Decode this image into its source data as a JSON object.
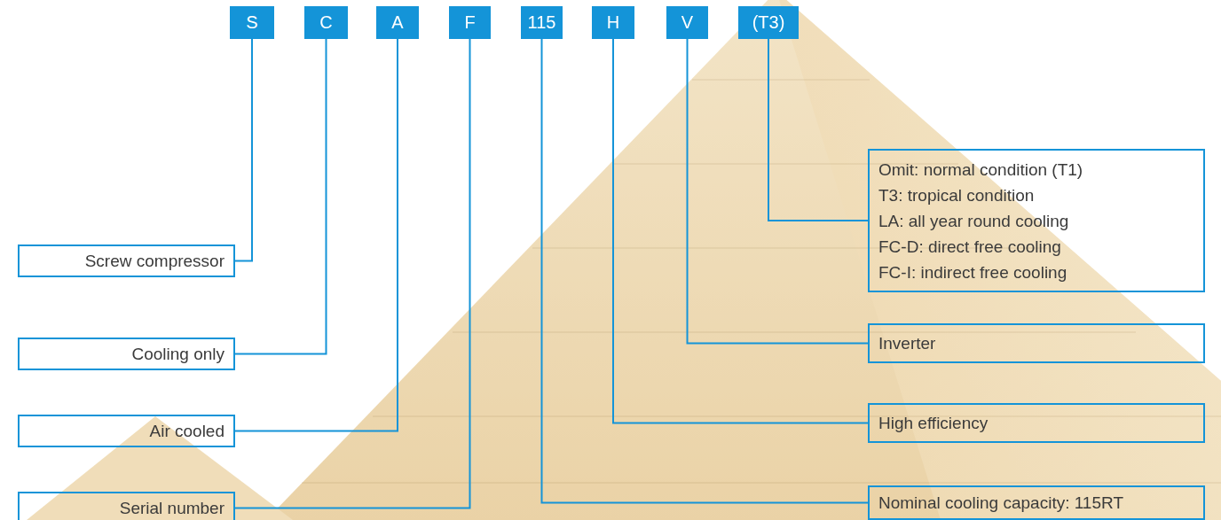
{
  "diagram": {
    "nodes": [
      {
        "text": [
          "S"
        ]
      },
      {
        "text": [
          "C"
        ]
      },
      {
        "text": [
          "A"
        ]
      },
      {
        "text": [
          "F"
        ]
      },
      {
        "text": [
          "115"
        ]
      },
      {
        "text": [
          "H"
        ]
      },
      {
        "text": [
          "V"
        ]
      },
      {
        "text": [
          "(T3)"
        ]
      },
      {
        "text": [
          "Omit: normal condition (T1)",
          "T3: tropical condition",
          "LA: all year round cooling",
          "FC-D: direct free cooling",
          "FC-I: indirect free cooling"
        ]
      },
      {
        "text": [
          "Screw compressor"
        ]
      },
      {
        "text": [
          "Inverter"
        ]
      },
      {
        "text": [
          "Cooling only"
        ]
      },
      {
        "text": [
          "High efficiency"
        ]
      },
      {
        "text": [
          "Air cooled"
        ]
      },
      {
        "text": [
          "Serial number"
        ]
      },
      {
        "text": [
          "Nominal cooling capacity: 115RT"
        ]
      }
    ],
    "edges": [
      {
        "from": 0,
        "to": 9,
        "arrow": "none"
      },
      {
        "from": 1,
        "to": 11,
        "arrow": "none"
      },
      {
        "from": 2,
        "to": 13,
        "arrow": "none"
      },
      {
        "from": 3,
        "to": 14,
        "arrow": "none"
      },
      {
        "from": 4,
        "to": 15,
        "arrow": "none"
      },
      {
        "from": 5,
        "to": 12,
        "arrow": "none"
      },
      {
        "from": 6,
        "to": 10,
        "arrow": "none"
      },
      {
        "from": 7,
        "to": 8,
        "arrow": "none"
      }
    ]
  }
}
